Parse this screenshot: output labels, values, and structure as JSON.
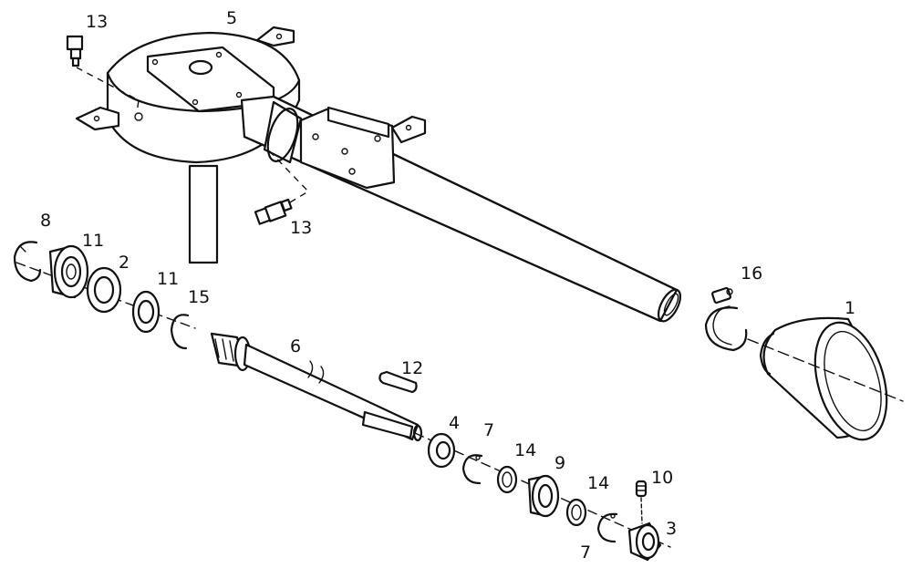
{
  "callouts": {
    "c1": "1",
    "c2": "2",
    "c3": "3",
    "c4": "4",
    "c5": "5",
    "c6": "6",
    "c7a": "7",
    "c7b": "7",
    "c8": "8",
    "c9": "9",
    "c10": "10",
    "c11a": "11",
    "c11b": "11",
    "c12": "12",
    "c13a": "13",
    "c13b": "13",
    "c14a": "14",
    "c14b": "14",
    "c15": "15",
    "c16": "16"
  }
}
